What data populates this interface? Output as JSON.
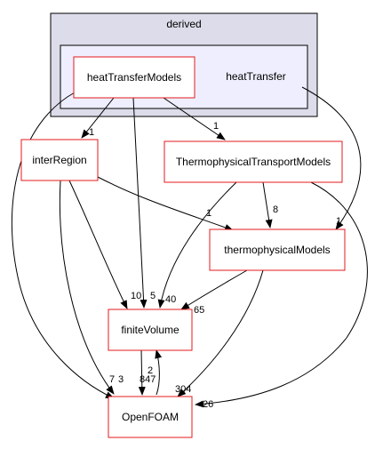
{
  "graph": {
    "cluster_outer": {
      "label": "derived"
    },
    "cluster_inner": {
      "label": "heatTransfer"
    },
    "nodes": {
      "heatTransferModels": {
        "label": "heatTransferModels"
      },
      "interRegion": {
        "label": "interRegion"
      },
      "ThermophysicalTransportModels": {
        "label": "ThermophysicalTransportModels"
      },
      "thermophysicalModels": {
        "label": "thermophysicalModels"
      },
      "finiteVolume": {
        "label": "finiteVolume"
      },
      "OpenFOAM": {
        "label": "OpenFOAM"
      }
    },
    "edge_labels": {
      "htm_to_interRegion": "1",
      "htm_to_TTM": "1",
      "heatTransfer_to_thermo": "1",
      "interRegion_to_thermo": "1",
      "TTM_to_thermo": "8",
      "interRegion_to_finiteVolume": "10",
      "htm_to_finiteVolume": "5",
      "TTM_to_finiteVolume": "40",
      "thermo_to_finiteVolume": "65",
      "htm_to_OpenFOAM": "7",
      "interRegion_to_OpenFOAM": "3",
      "finiteVolume_to_OpenFOAM": "847",
      "OpenFOAM_to_finiteVolume": "2",
      "thermo_to_OpenFOAM": "304",
      "TTM_to_OpenFOAM": "26"
    },
    "colors": {
      "outer_cluster_fill": "#dcdcea",
      "inner_cluster_fill": "#eeeeff",
      "node_border": "#e41a1c",
      "edge": "#000000"
    }
  }
}
